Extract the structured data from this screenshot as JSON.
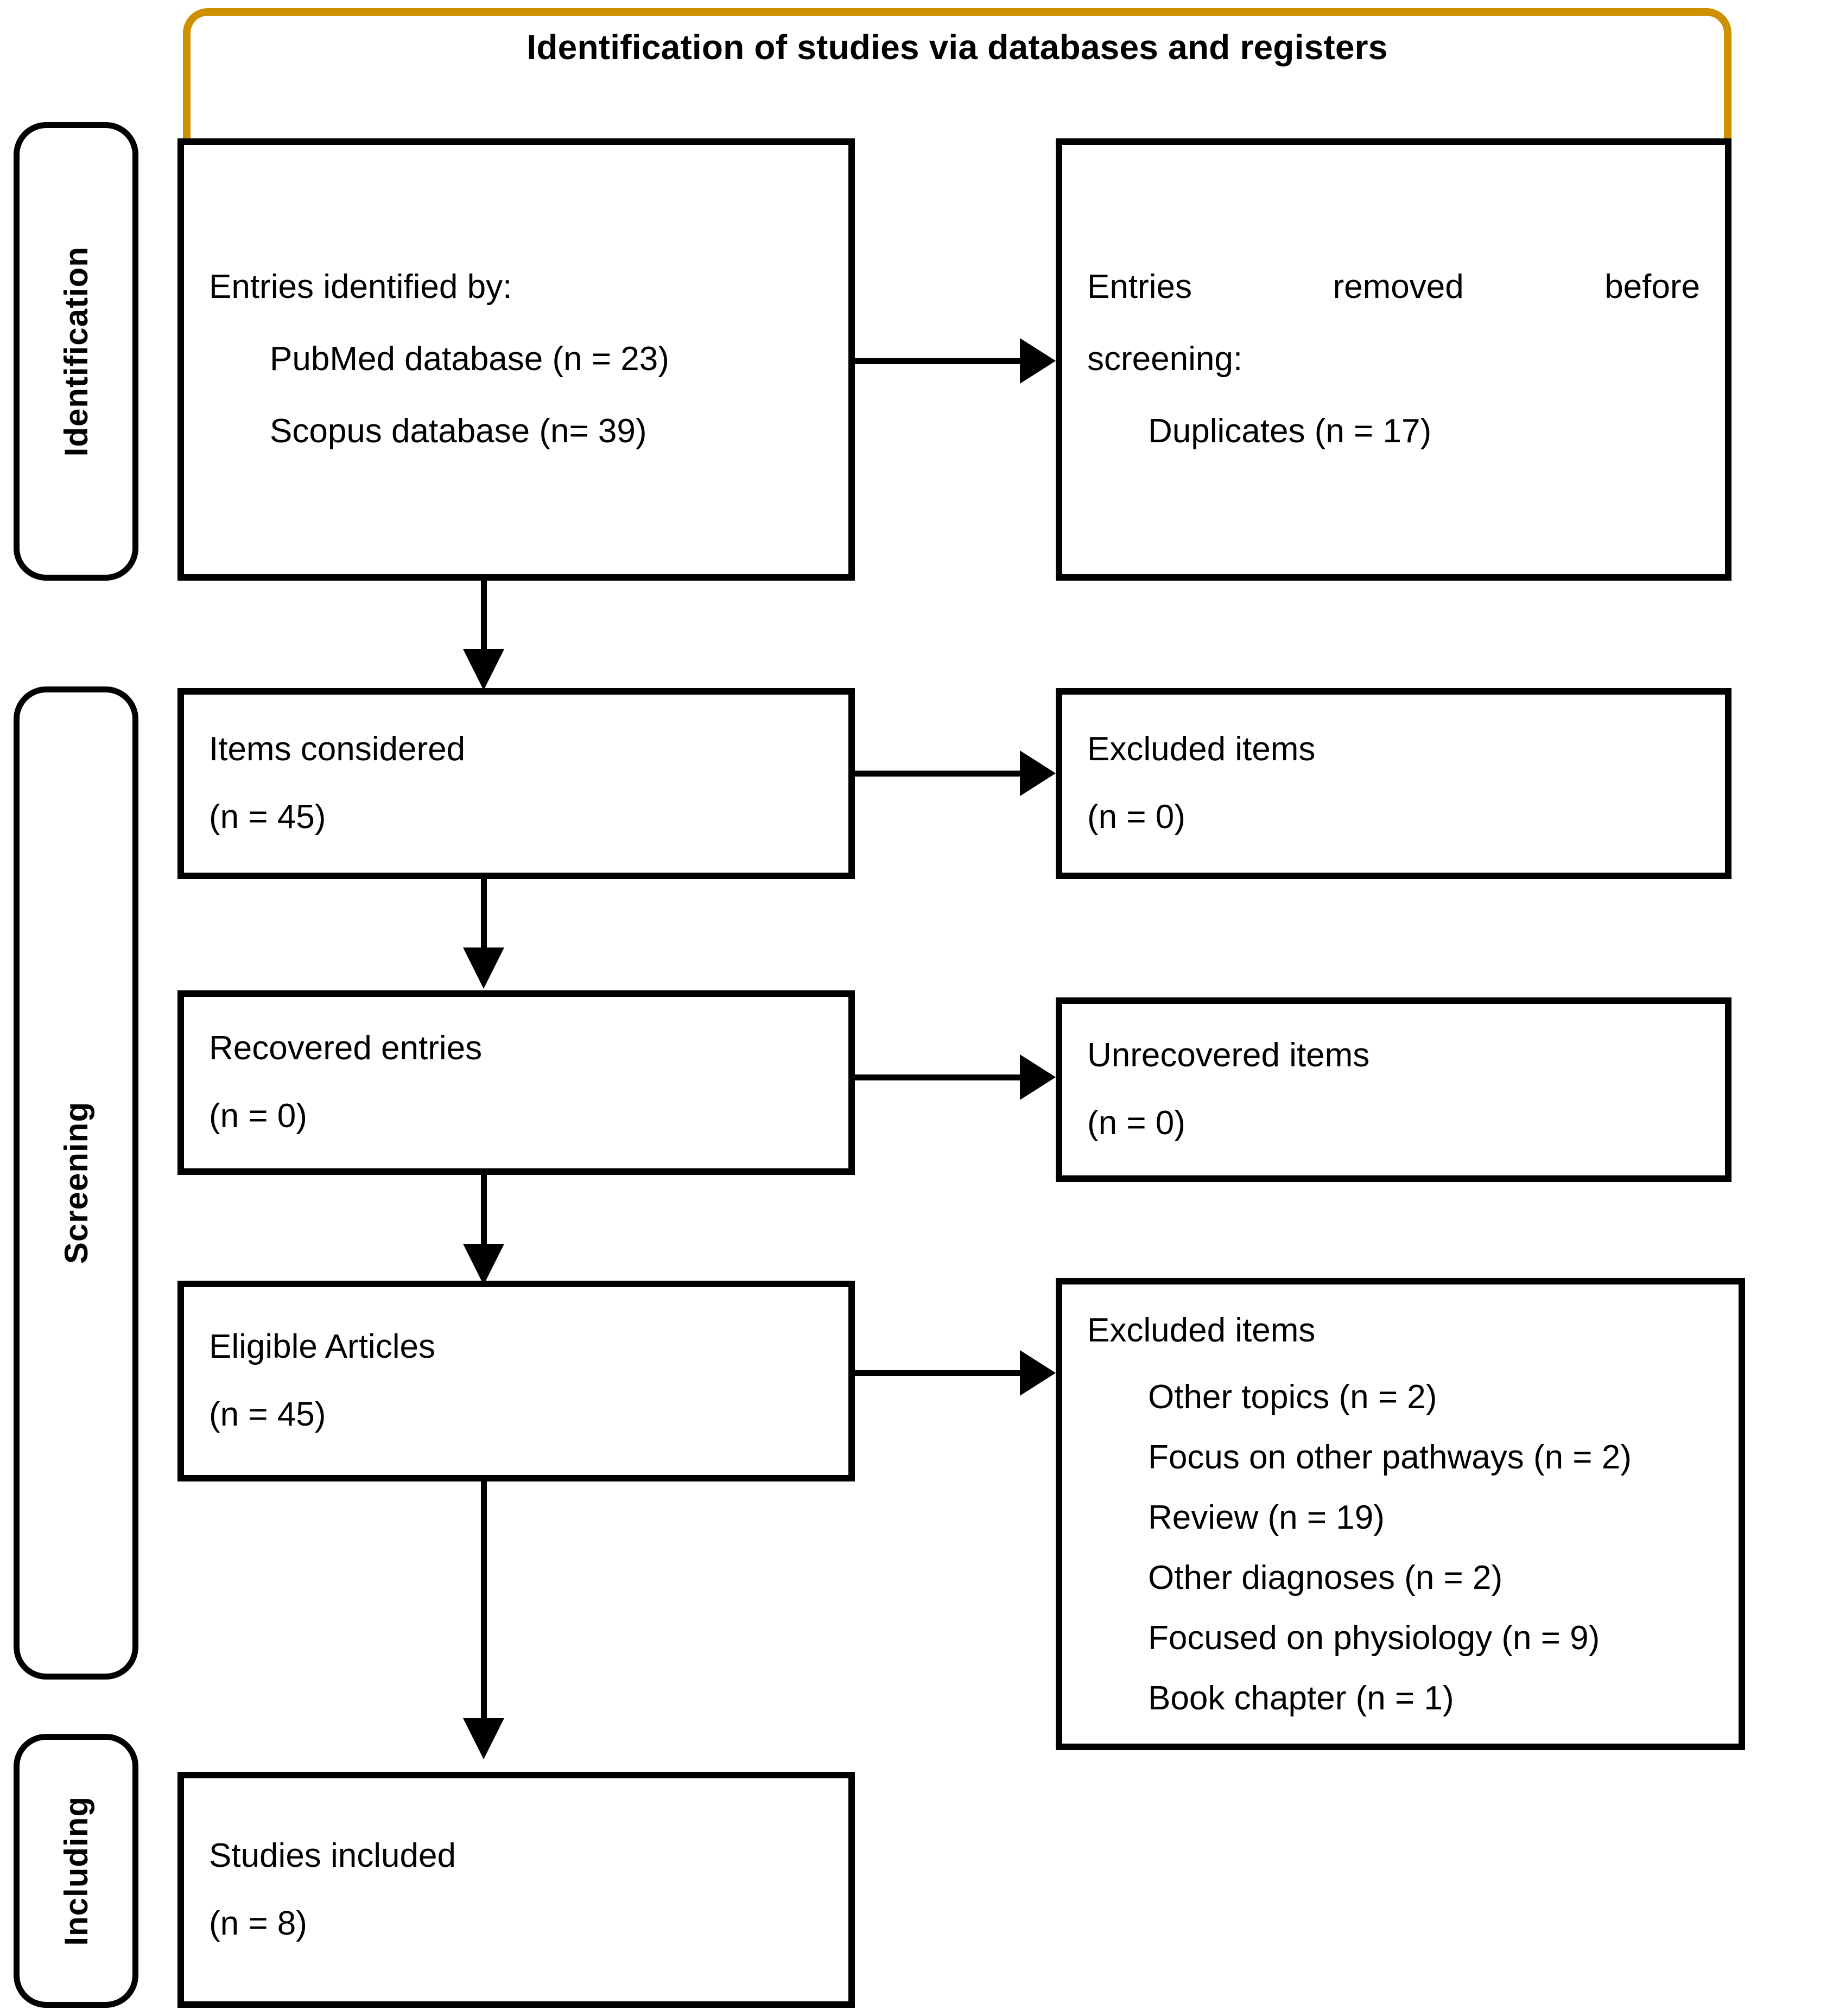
{
  "header": {
    "title": "Identification of studies via databases and registers",
    "accent_color": "#CC9000"
  },
  "stages": [
    {
      "label": "Identification"
    },
    {
      "label": "Screening"
    },
    {
      "label": "Including"
    }
  ],
  "boxes": {
    "identified": {
      "title": "Entries identified by:",
      "items": [
        "PubMed database (n = 23)",
        "Scopus database (n= 39)"
      ]
    },
    "removed_before_screening": {
      "title_line1": "Entries removed before",
      "title_line2": "screening:",
      "items": [
        "Duplicates (n = 17)"
      ]
    },
    "items_considered": {
      "title": "Items considered",
      "count": "(n = 45)"
    },
    "excluded_items_screening": {
      "title": "Excluded items",
      "count": "(n = 0)"
    },
    "recovered_entries": {
      "title": "Recovered entries",
      "count": "(n = 0)"
    },
    "unrecovered_items": {
      "title": "Unrecovered items",
      "count": "(n = 0)"
    },
    "eligible_articles": {
      "title": "Eligible Articles",
      "count": "(n = 45)"
    },
    "excluded_items_eligibility": {
      "title": "Excluded items",
      "reasons": [
        "Other topics (n = 2)",
        "Focus on other pathways (n = 2)",
        "Review (n = 19)",
        "Other diagnoses (n = 2)",
        "Focused on physiology (n = 9)",
        "Book chapter (n = 1)"
      ]
    },
    "studies_included": {
      "title": "Studies included",
      "count": "(n = 8)"
    }
  },
  "colors": {
    "line": "#000000",
    "accent": "#CC9000",
    "background": "#FFFFFF"
  }
}
